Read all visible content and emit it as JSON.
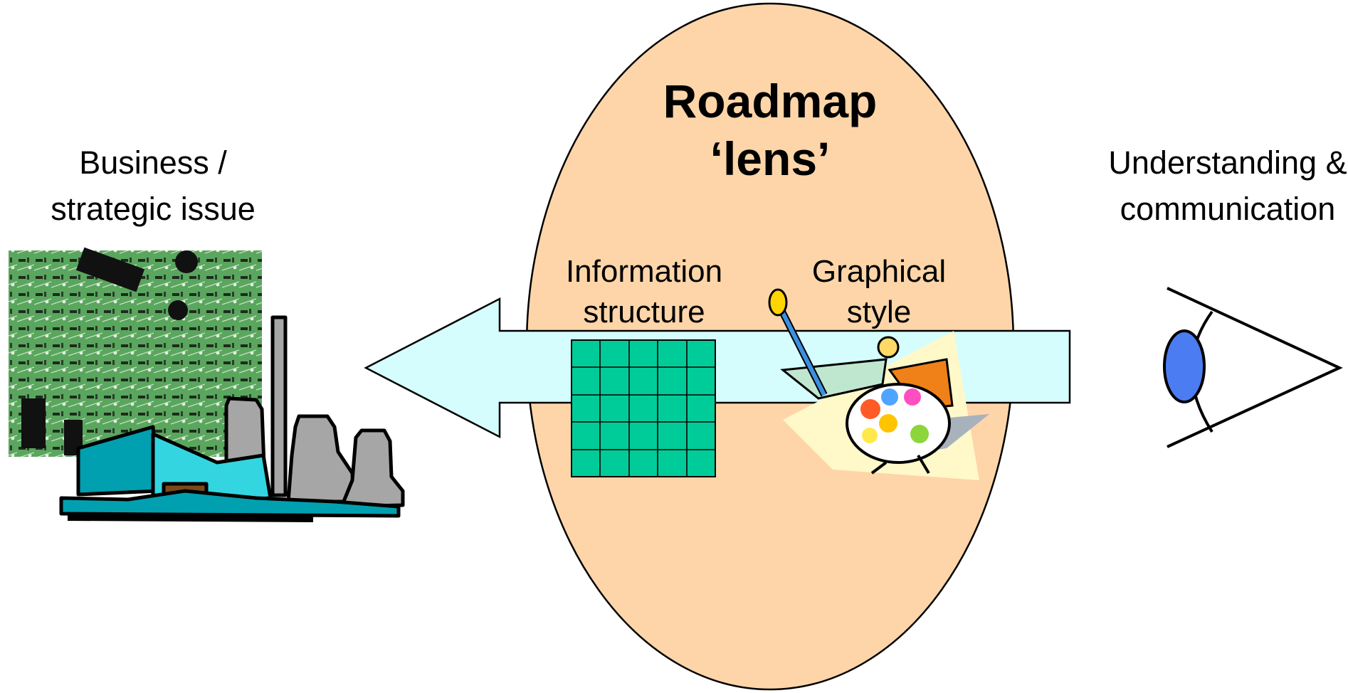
{
  "lens": {
    "title_line1": "Roadmap",
    "title_line2": "‘lens’"
  },
  "left_label": {
    "line1": "Business /",
    "line2": "strategic issue"
  },
  "right_label": {
    "line1": "Understanding &",
    "line2": "communication"
  },
  "inner_labels": {
    "info_line1": "Information",
    "info_line2": "structure",
    "style_line1": "Graphical",
    "style_line2": "style"
  },
  "colors": {
    "lens_fill": "#fdd5a8",
    "arrow_fill": "#d5fdfd",
    "grid_fill": "#00cc99",
    "eye_iris": "#4b7cf2",
    "circuit_green": "#4f9a53",
    "factory_teal": "#00a0b0",
    "factory_gray": "#a6a6a6"
  },
  "icons": [
    "circuit-board-icon",
    "factory-icon",
    "painter-palette-icon",
    "eye-icon",
    "grid-icon"
  ]
}
